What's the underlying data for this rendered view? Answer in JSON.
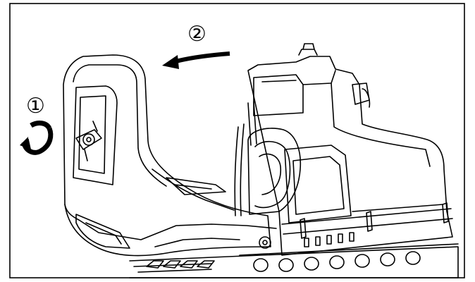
{
  "figure": {
    "steps": [
      {
        "label": "①",
        "meaning": "rotate"
      },
      {
        "label": "②",
        "meaning": "pull-back"
      }
    ],
    "colors": {
      "line": "#000000",
      "paper": "#ffffff",
      "frame": "#000000"
    }
  }
}
